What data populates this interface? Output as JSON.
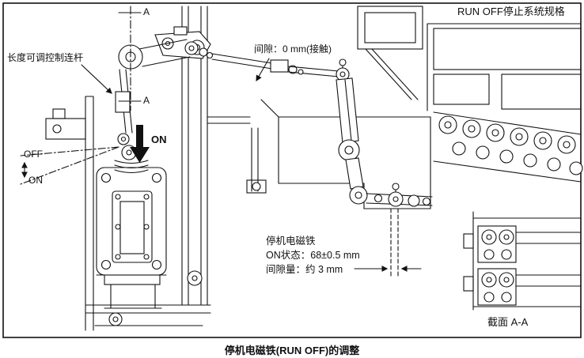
{
  "header": {
    "spec_title": "RUN OFF停止系统规格"
  },
  "section_marks": {
    "top": "A",
    "bottom": "A"
  },
  "labels": {
    "adjustable_link": "长度可调控制连杆",
    "clearance": "间隙：0 mm(接触)",
    "arrow_on": "ON",
    "lever_off": "OFF",
    "lever_on": "ON",
    "section_view": "截面 A-A"
  },
  "solenoid_note": {
    "title": "停机电磁铁",
    "on_state": "ON状态：68±0.5 mm",
    "gap": "间隙量：约 3 mm"
  },
  "caption": "停机电磁铁(RUN OFF)的调整",
  "colors": {
    "ink": "#111111",
    "paper": "#ffffff"
  }
}
